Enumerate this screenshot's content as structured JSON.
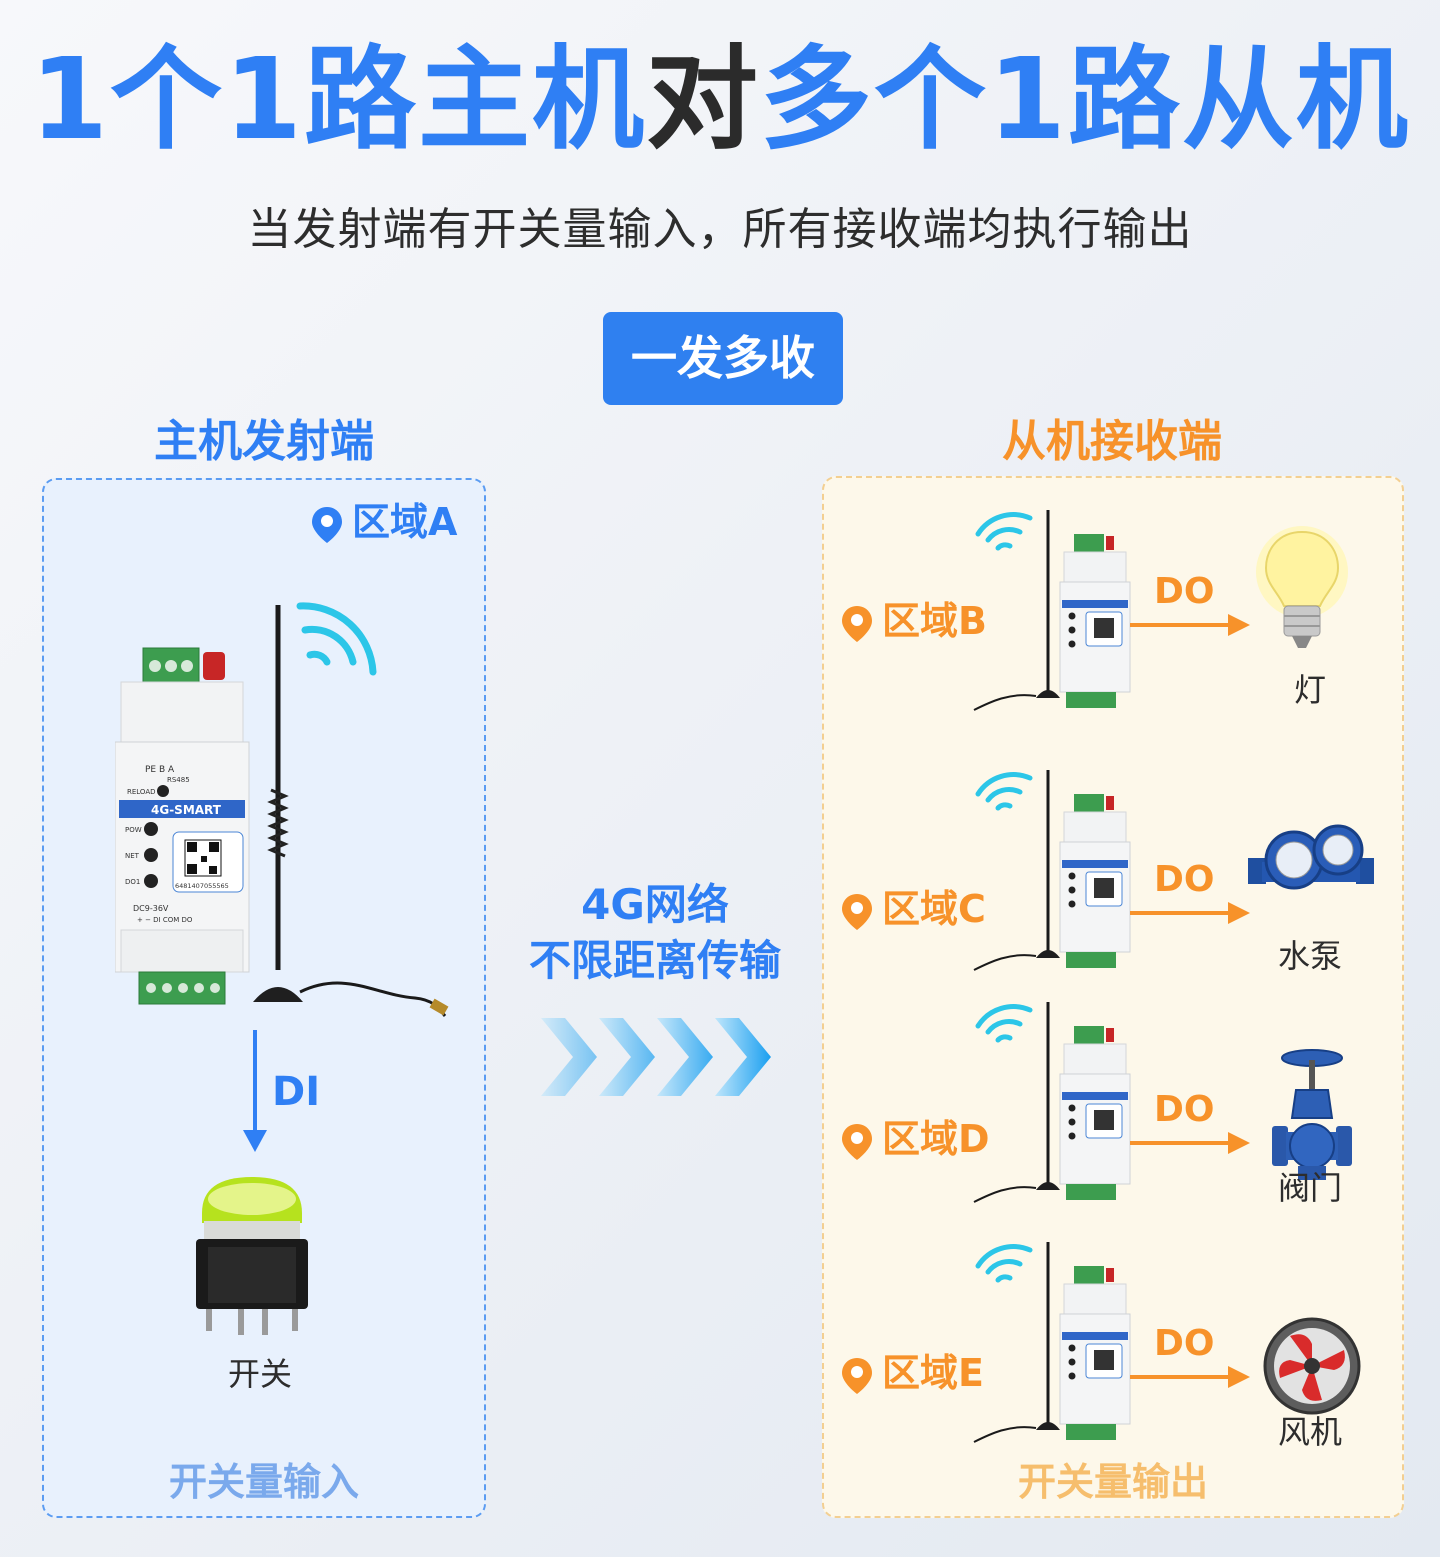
{
  "title": {
    "part1": "1个1路主机",
    "part2": "对",
    "part3": "多个1路从机"
  },
  "subtitle": "当发射端有开关量输入，所有接收端均执行输出",
  "badge": "一发多收",
  "left": {
    "title": "主机发射端",
    "region": "区域A",
    "signal": "DI",
    "switch_label": "开关",
    "footer": "开关量输入"
  },
  "device": {
    "model": "4G-SMART",
    "rs485": "RS485",
    "terminals_top": "PE    B    A",
    "reload": "RELOAD",
    "pow": "POW",
    "net": "NET",
    "do1": "DO1",
    "power": "DC9-36V",
    "terminals_bottom": "+   −   DI  COM DO",
    "serial": "6481407055565"
  },
  "middle": {
    "line1": "4G网络",
    "line2": "不限距离传输"
  },
  "right": {
    "title": "从机接收端",
    "footer": "开关量输出",
    "signal": "DO",
    "receivers": [
      {
        "region": "区域B",
        "item": "灯"
      },
      {
        "region": "区域C",
        "item": "水泵"
      },
      {
        "region": "区域D",
        "item": "阀门"
      },
      {
        "region": "区域E",
        "item": "风机"
      }
    ]
  },
  "colors": {
    "blue": "#2f7ff4",
    "orange": "#f7922a",
    "dark": "#2b2b2b"
  }
}
